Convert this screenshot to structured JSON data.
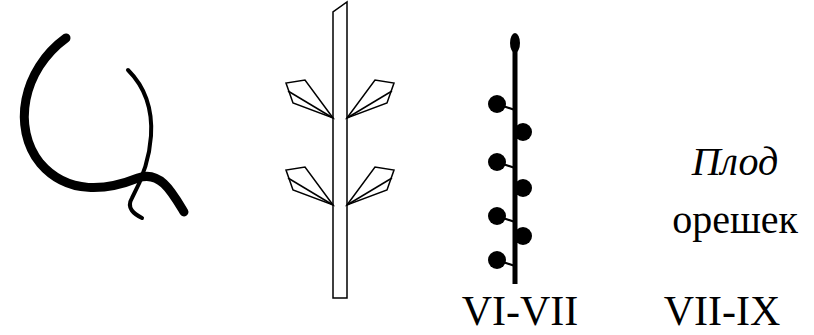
{
  "diagram": {
    "labels": [
      "Плод",
      "орешек",
      "VI-VII",
      "VII-IX"
    ]
  }
}
